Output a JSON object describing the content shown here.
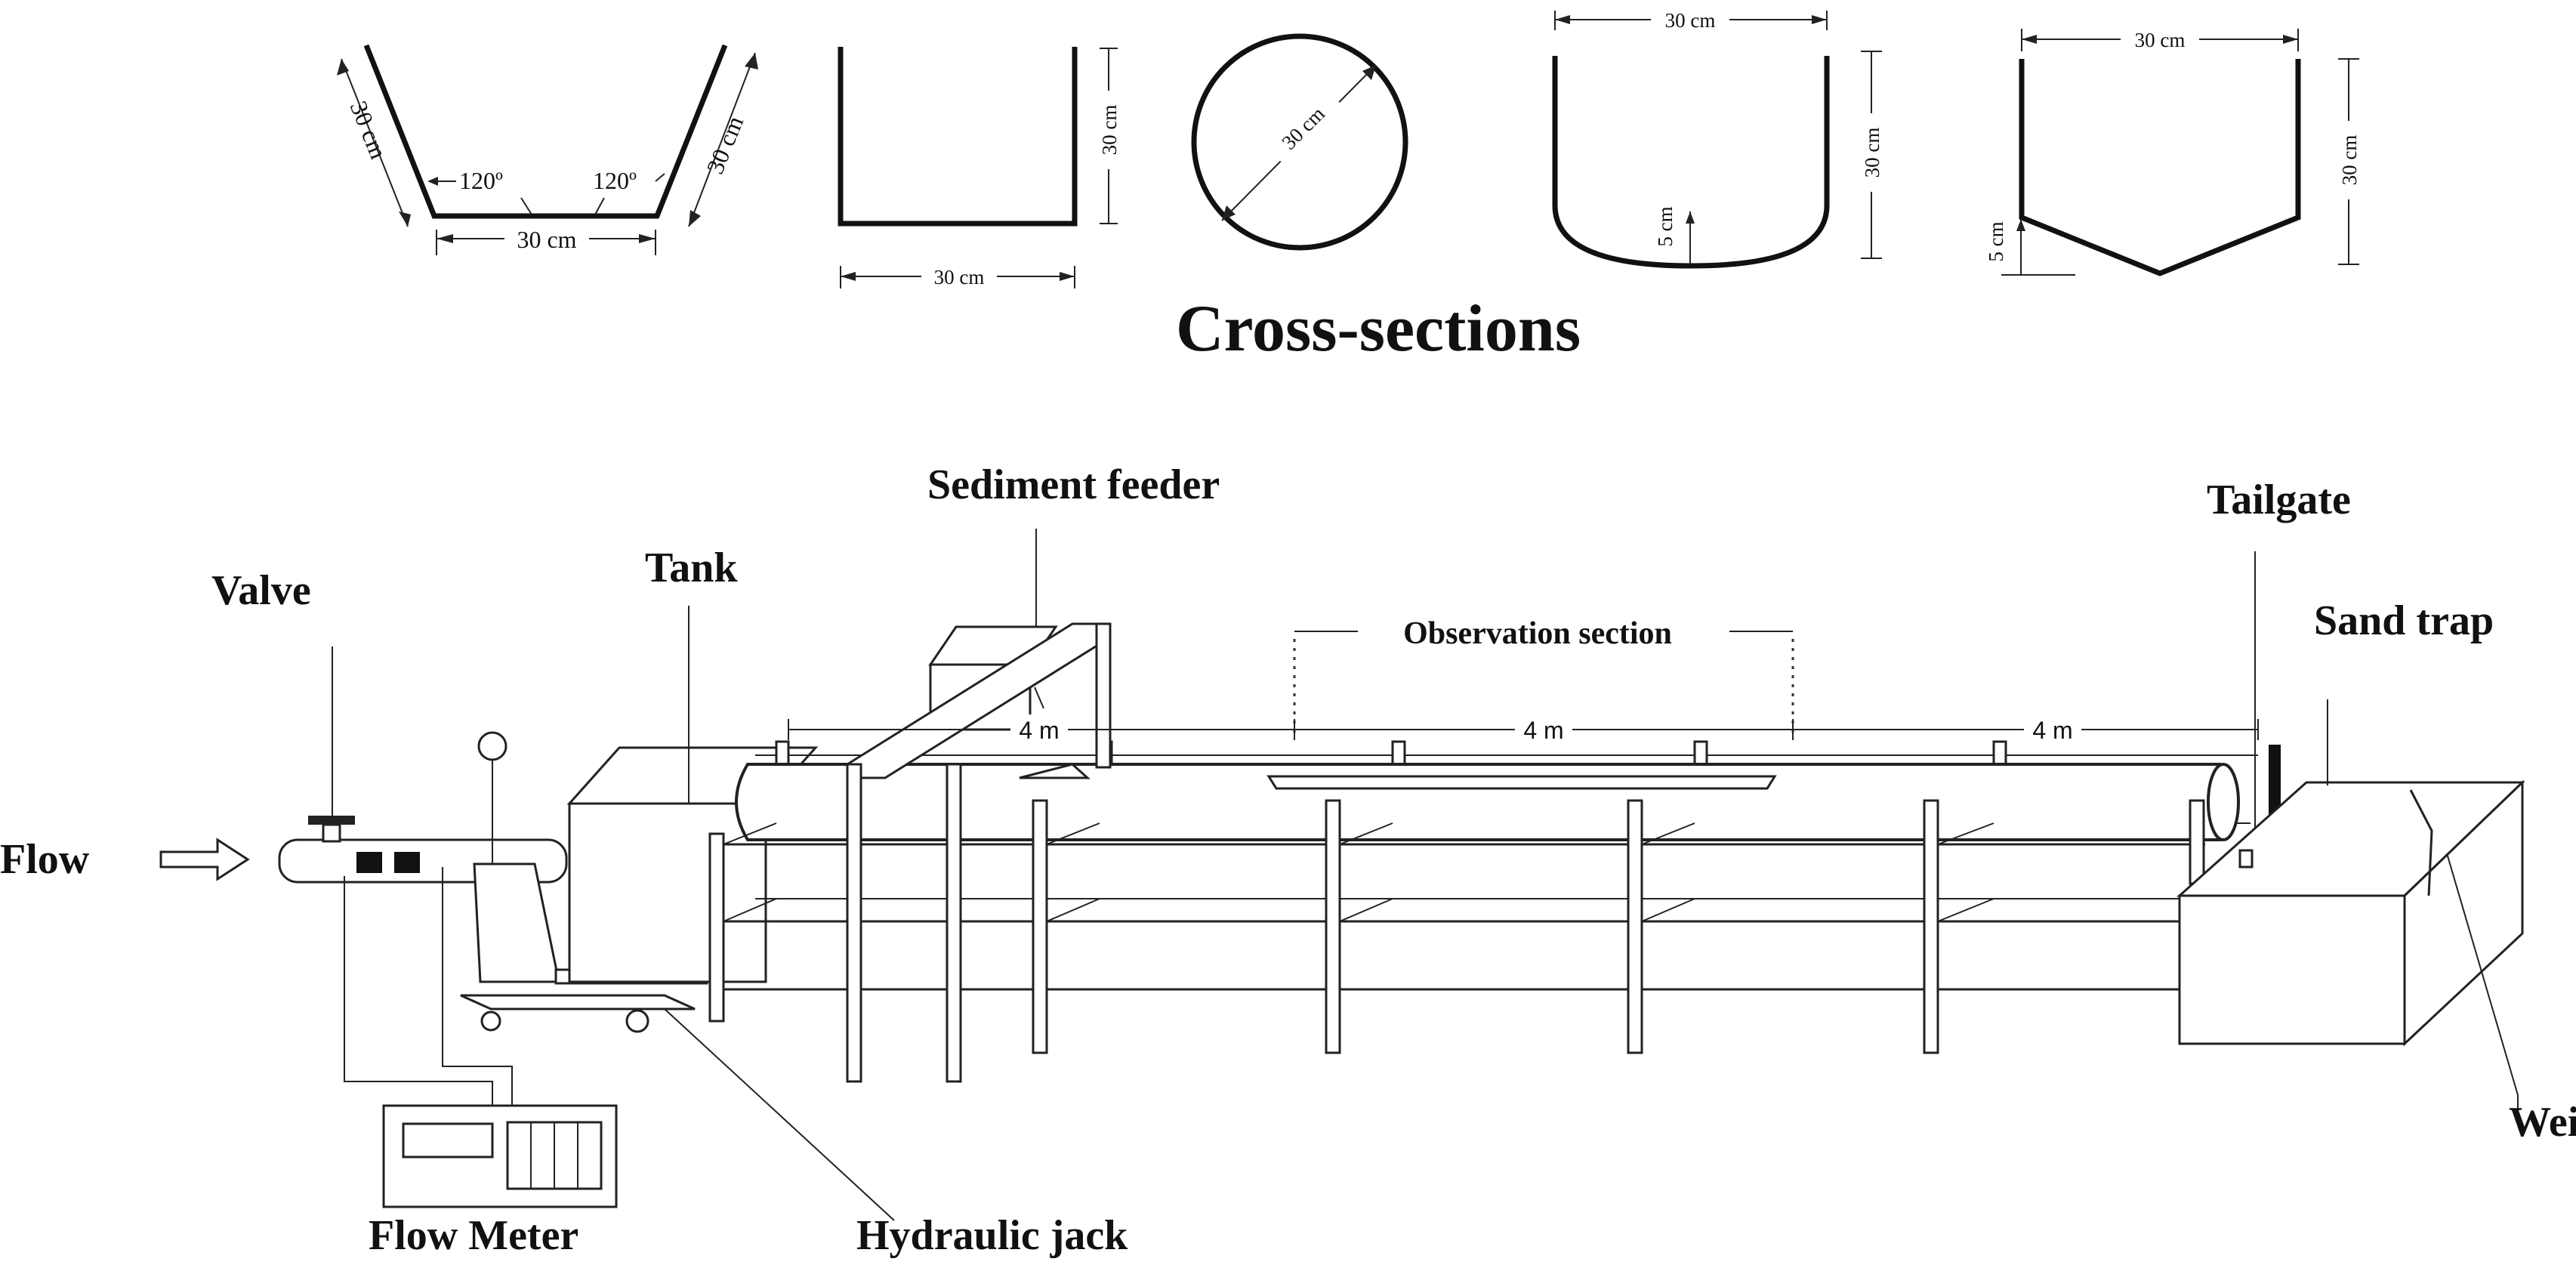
{
  "title": "Cross-sections",
  "cross_sections": {
    "trapezoidal": {
      "side_left": "30 cm",
      "side_right": "30 cm",
      "angle_left": "120º",
      "angle_right": "120º",
      "bottom": "30 cm"
    },
    "rectangular": {
      "height": "30 cm",
      "width": "30 cm"
    },
    "circular": {
      "diameter": "30 cm"
    },
    "u_shaped": {
      "width": "30 cm",
      "height": "30 cm",
      "bottom_depth": "5 cm"
    },
    "v_bottom": {
      "width": "30 cm",
      "height": "30 cm",
      "bottom_depth": "5 cm"
    }
  },
  "flume": {
    "labels": {
      "flow": "Flow",
      "valve": "Valve",
      "tank": "Tank",
      "sediment_feeder": "Sediment feeder",
      "observation_section": "Observation section",
      "tailgate": "Tailgate",
      "sand_trap": "Sand trap",
      "weir": "Weir",
      "flow_meter": "Flow Meter",
      "hydraulic_jack": "Hydraulic jack"
    },
    "segment_lengths": [
      "4 m",
      "4 m",
      "4 m"
    ]
  }
}
